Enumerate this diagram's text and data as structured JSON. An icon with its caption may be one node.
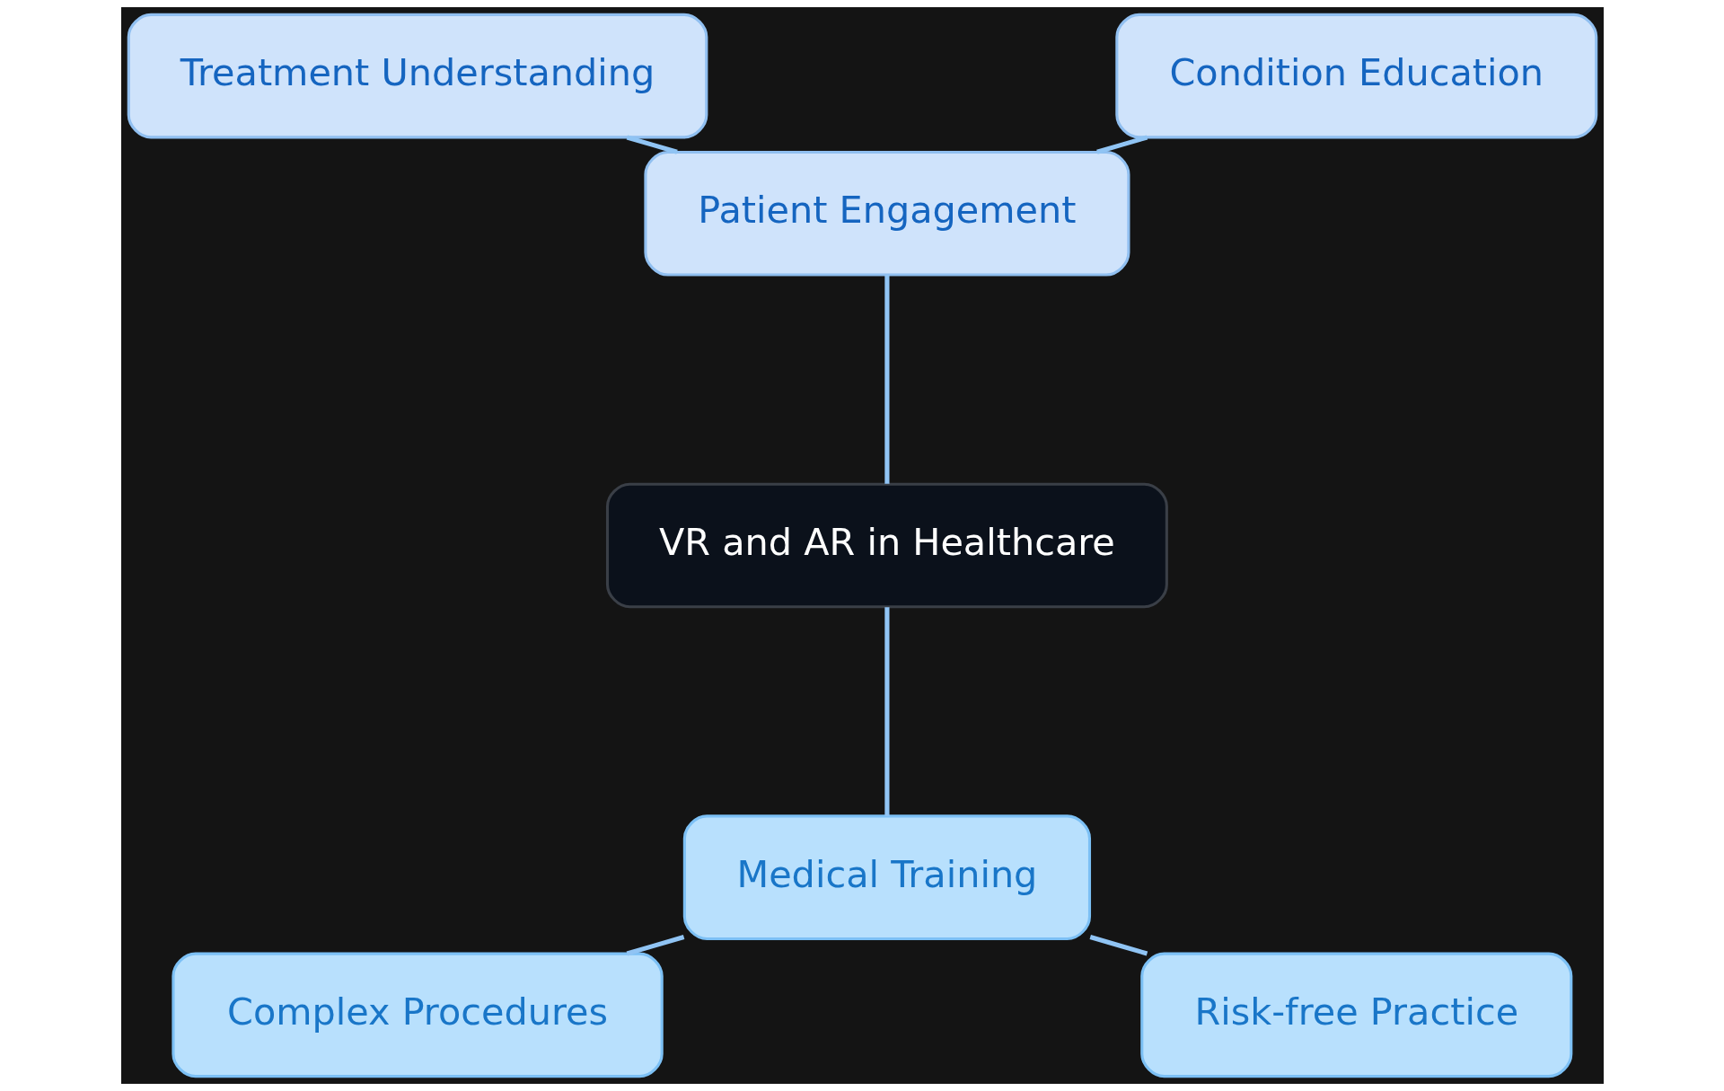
{
  "diagram": {
    "nodes": [
      {
        "text": [
          "VR and AR in Healthcare"
        ]
      },
      {
        "text": [
          "Patient Engagement"
        ]
      },
      {
        "text": [
          "Condition Education"
        ]
      },
      {
        "text": [
          "Treatment Understanding"
        ]
      },
      {
        "text": [
          "Medical Training"
        ]
      },
      {
        "text": [
          "Complex Procedures"
        ]
      },
      {
        "text": [
          "Risk-free Practice"
        ]
      }
    ],
    "edges": [
      {
        "from": 0,
        "to": 1,
        "arrow": "none"
      },
      {
        "from": 1,
        "to": 2,
        "arrow": "none"
      },
      {
        "from": 1,
        "to": 3,
        "arrow": "none"
      },
      {
        "from": 0,
        "to": 4,
        "arrow": "none"
      },
      {
        "from": 4,
        "to": 5,
        "arrow": "none"
      },
      {
        "from": 4,
        "to": 6,
        "arrow": "none"
      }
    ]
  }
}
